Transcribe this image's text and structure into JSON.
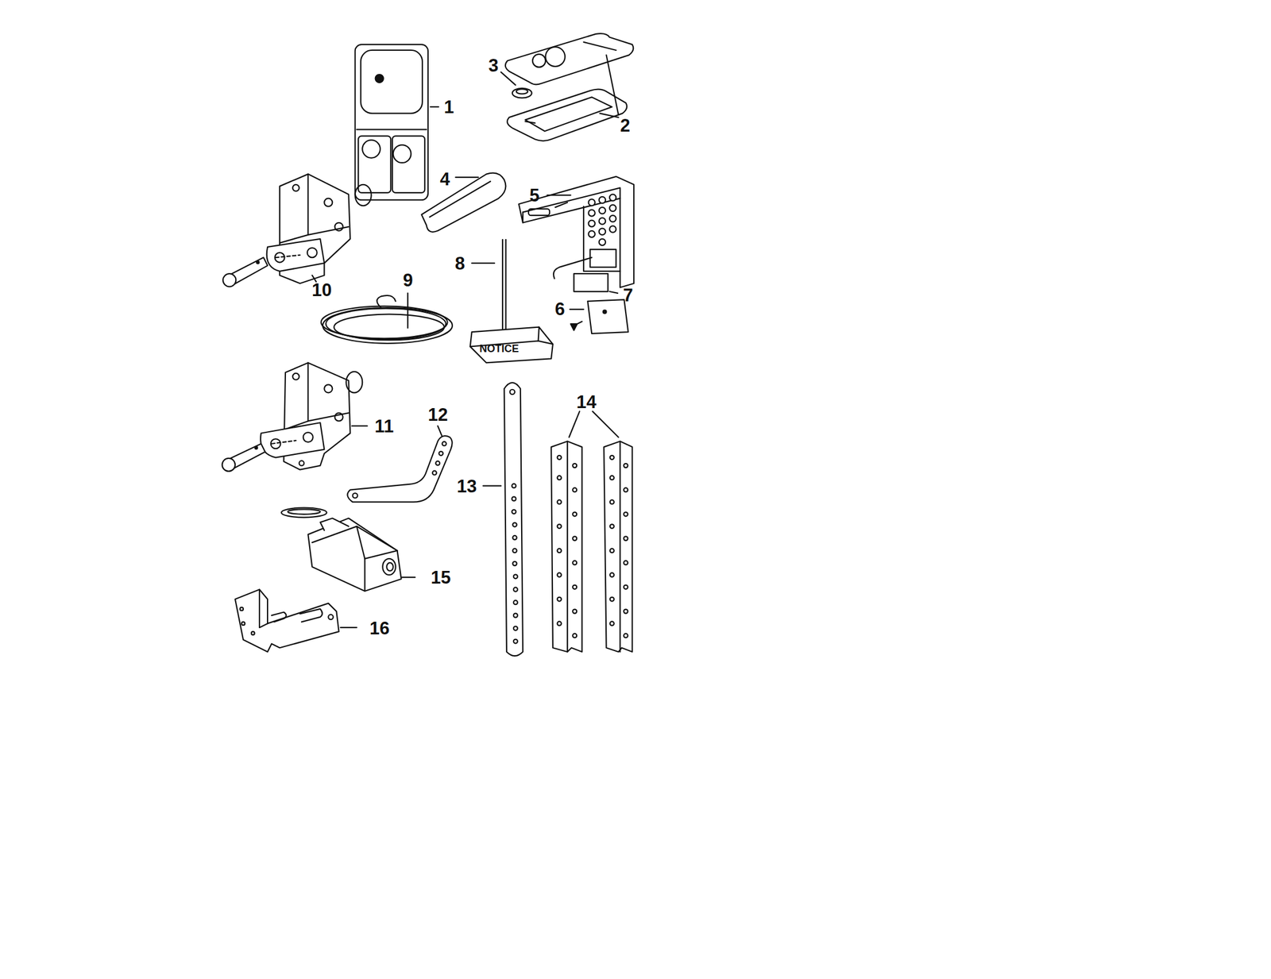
{
  "diagram": {
    "labels": [
      "3",
      "1",
      "2",
      "4",
      "5",
      "8",
      "7",
      "6",
      "10",
      "9",
      "NOTICE",
      "14",
      "12",
      "11",
      "13",
      "15",
      "16"
    ]
  }
}
